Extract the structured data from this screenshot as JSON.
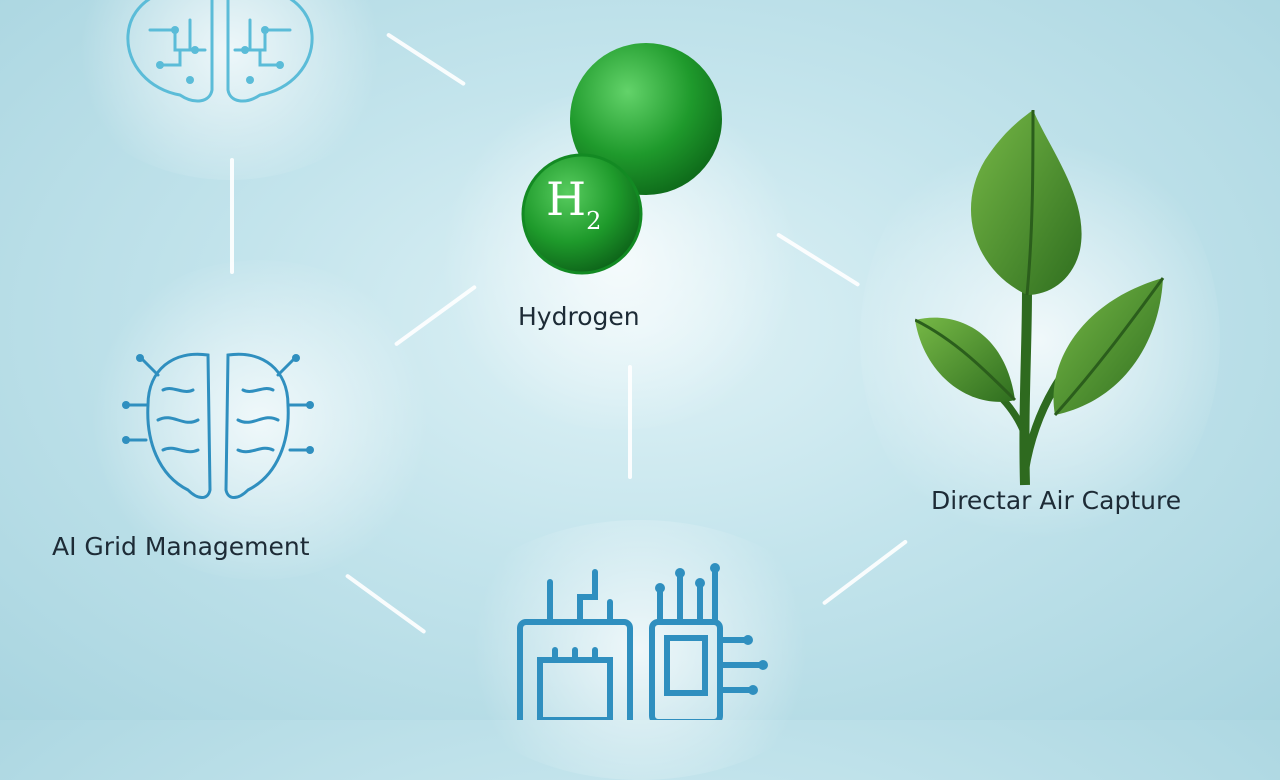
{
  "nodes": {
    "hydrogen": {
      "label": "Hydrogen",
      "symbol_main": "H",
      "symbol_sub": "2",
      "icon": "hydrogen-molecule-icon"
    },
    "direct_air_capture": {
      "label": "Directar Air Capture",
      "icon": "leaf-plant-icon"
    },
    "ai_grid": {
      "label": "AI Grid Management",
      "icon": "circuit-brain-icon"
    },
    "top_left": {
      "icon": "circuit-brain-icon"
    },
    "bottom": {
      "icon": "circuit-board-icon"
    }
  },
  "colors": {
    "brain_blue": "#2f8fbf",
    "brain_cyan": "#5bbcd8",
    "hydrogen_green": "#1f9a2c",
    "leaf_green": "#3f8a2a",
    "label_text": "#1d2b36"
  }
}
